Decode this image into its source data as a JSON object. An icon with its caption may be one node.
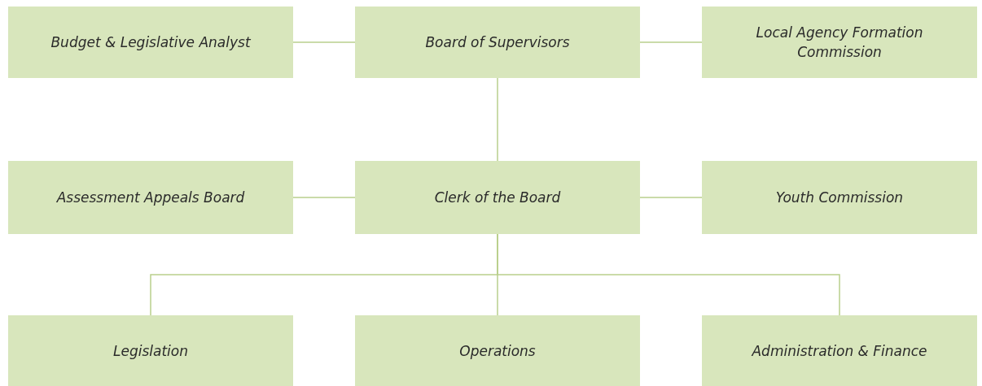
{
  "diagram": {
    "nodes": [
      {
        "text": [
          "Budget & Legislative Analyst"
        ]
      },
      {
        "text": [
          "Board of Supervisors"
        ]
      },
      {
        "text": [
          "Local Agency Formation Commission"
        ]
      },
      {
        "text": [
          "Assessment Appeals Board"
        ]
      },
      {
        "text": [
          "Clerk of the Board"
        ]
      },
      {
        "text": [
          "Youth Commission"
        ]
      },
      {
        "text": [
          "Legislation"
        ]
      },
      {
        "text": [
          "Operations"
        ]
      },
      {
        "text": [
          "Administration & Finance"
        ]
      }
    ],
    "edges": [
      {
        "from": 1,
        "to": 0,
        "arrow": "none"
      },
      {
        "from": 1,
        "to": 2,
        "arrow": "none"
      },
      {
        "from": 1,
        "to": 4,
        "arrow": "none"
      },
      {
        "from": 4,
        "to": 3,
        "arrow": "none"
      },
      {
        "from": 4,
        "to": 5,
        "arrow": "none"
      },
      {
        "from": 4,
        "to": 6,
        "arrow": "none"
      },
      {
        "from": 4,
        "to": 7,
        "arrow": "none"
      },
      {
        "from": 4,
        "to": 8,
        "arrow": "none"
      }
    ]
  }
}
